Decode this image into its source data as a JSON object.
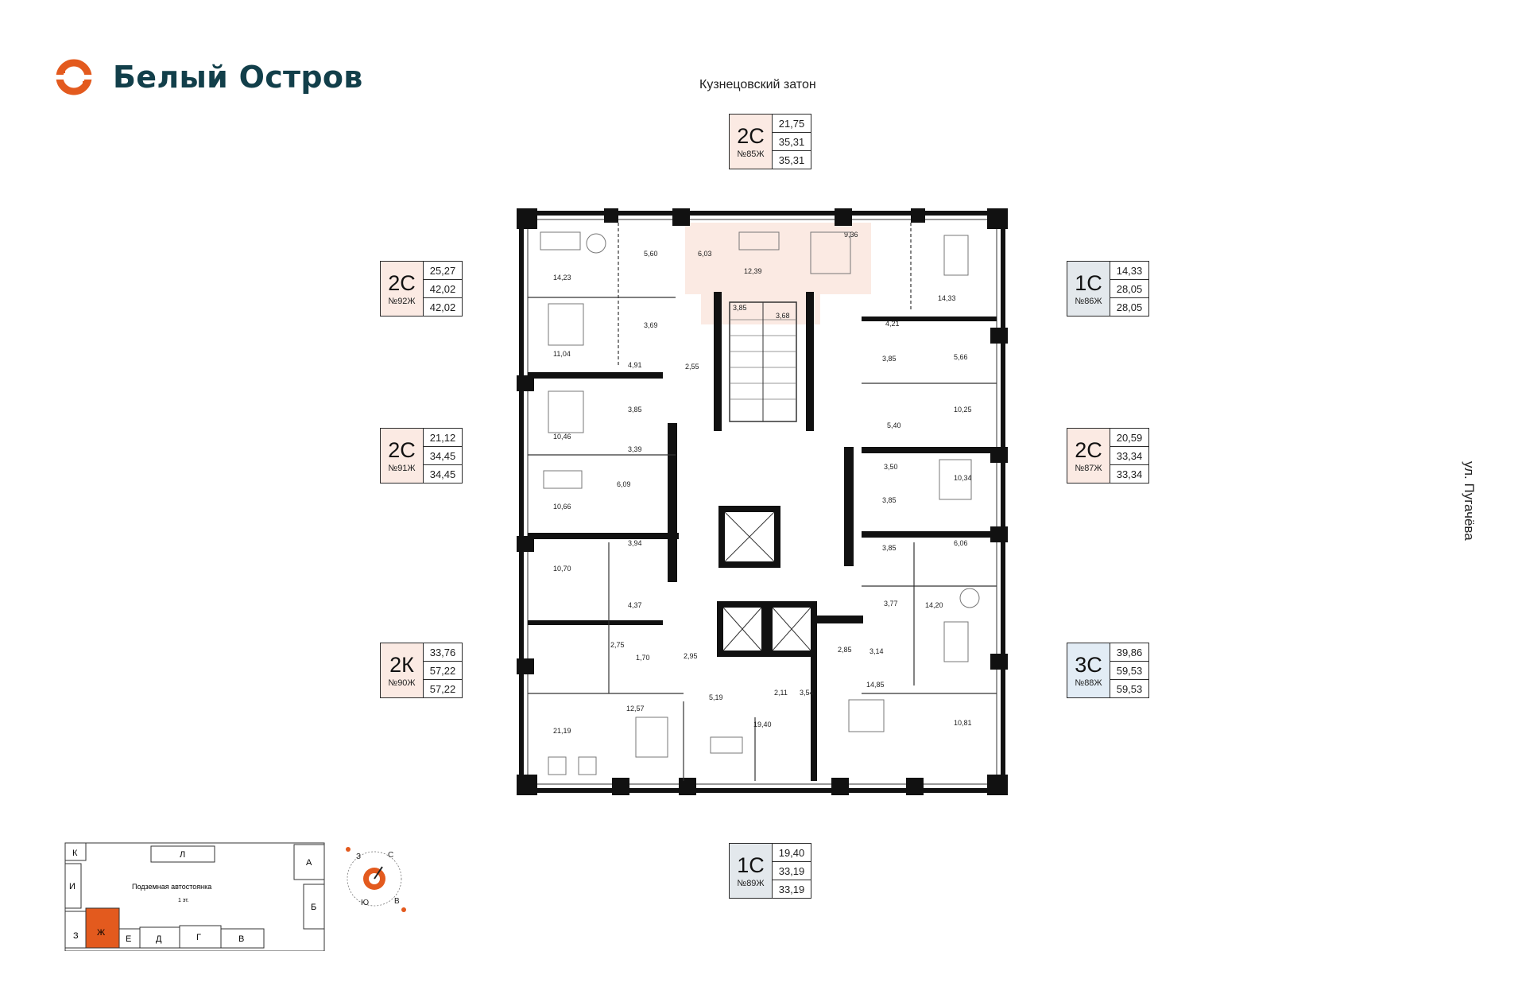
{
  "brand": {
    "name": "Белый Остров",
    "accent": "#e35a1e"
  },
  "streets": {
    "top": "Кузнецовский затон",
    "right": "ул. Пугачёва"
  },
  "apartments": [
    {
      "id": "85",
      "type": "2С",
      "number": "№85Ж",
      "areas": [
        "21,75",
        "35,31",
        "35,31"
      ],
      "bg": "#fbeae3"
    },
    {
      "id": "92",
      "type": "2С",
      "number": "№92Ж",
      "areas": [
        "25,27",
        "42,02",
        "42,02"
      ],
      "bg": "#fbeae3"
    },
    {
      "id": "91",
      "type": "2С",
      "number": "№91Ж",
      "areas": [
        "21,12",
        "34,45",
        "34,45"
      ],
      "bg": "#fbeae3"
    },
    {
      "id": "90",
      "type": "2К",
      "number": "№90Ж",
      "areas": [
        "33,76",
        "57,22",
        "57,22"
      ],
      "bg": "#fbeae3"
    },
    {
      "id": "86",
      "type": "1С",
      "number": "№86Ж",
      "areas": [
        "14,33",
        "28,05",
        "28,05"
      ],
      "bg": "#e3e8ec"
    },
    {
      "id": "87",
      "type": "2С",
      "number": "№87Ж",
      "areas": [
        "20,59",
        "33,34",
        "33,34"
      ],
      "bg": "#fbeae3"
    },
    {
      "id": "88",
      "type": "3С",
      "number": "№88Ж",
      "areas": [
        "39,86",
        "59,53",
        "59,53"
      ],
      "bg": "#e2ecf5"
    },
    {
      "id": "89",
      "type": "1С",
      "number": "№89Ж",
      "areas": [
        "19,40",
        "33,19",
        "33,19"
      ],
      "bg": "#e3e8ec"
    }
  ],
  "rooms": {
    "r1": "14,23",
    "r2": "5,60",
    "r3": "6,03",
    "r4": "12,39",
    "r5": "9,36",
    "r6": "14,33",
    "r7": "11,04",
    "r8": "3,69",
    "r9": "3,85",
    "r10": "3,68",
    "r11": "4,21",
    "r12": "4,91",
    "r13": "2,55",
    "r14": "3,85",
    "r15": "5,66",
    "r16": "10,46",
    "r17": "3,85",
    "r18": "3,39",
    "r19": "5,40",
    "r20": "10,25",
    "r21": "3,50",
    "r22": "10,66",
    "r23": "6,09",
    "r24": "3,85",
    "r25": "10,34",
    "r26": "10,70",
    "r27": "3,94",
    "r28": "3,85",
    "r29": "6,06",
    "r30": "4,37",
    "r31": "3,77",
    "r32": "14,20",
    "r33": "2,75",
    "r34": "1,70",
    "r35": "2,95",
    "r36": "2,85",
    "r37": "3,14",
    "r38": "2,11",
    "r39": "3,54",
    "r40": "14,85",
    "r41": "5,19",
    "r42": "12,57",
    "r43": "19,40",
    "r44": "21,19",
    "r45": "10,81"
  },
  "site_map": {
    "parking_label": "Подземная автостоянка",
    "parking_floor": "1 эт.",
    "sections": [
      "К",
      "Л",
      "А",
      "И",
      "Б",
      "З",
      "Ж",
      "Е",
      "Д",
      "Г",
      "В"
    ],
    "active_section": "Ж"
  },
  "compass": {
    "n": "С",
    "e": "В",
    "s": "Ю",
    "w": "З"
  }
}
